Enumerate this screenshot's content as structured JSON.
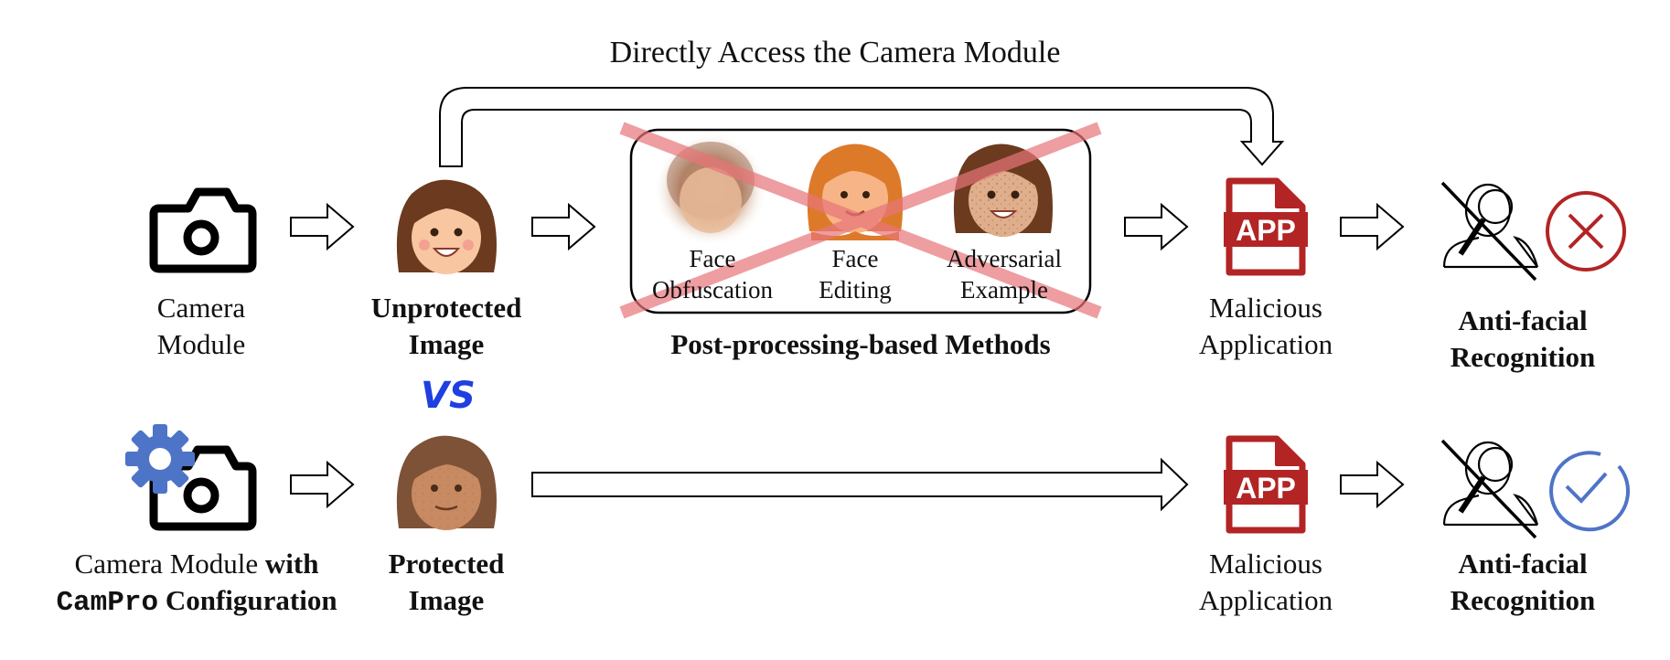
{
  "top_arrow_label": "Directly Access the Camera Module",
  "row1": {
    "camera_label": [
      "Camera",
      "Module"
    ],
    "image_label": [
      "Unprotected",
      "Image"
    ],
    "methods": [
      {
        "label": [
          "Face",
          "Obfuscation"
        ]
      },
      {
        "label": [
          "Face",
          "Editing"
        ]
      },
      {
        "label": [
          "Adversarial",
          "Example"
        ]
      }
    ],
    "methods_title": "Post-processing-based Methods",
    "app_icon_text": "APP",
    "app_label": [
      "Malicious",
      "Application"
    ],
    "result_label": [
      "Anti-facial",
      "Recognition"
    ],
    "result_icon": "x-circle-icon"
  },
  "vs_label": "VS",
  "row2": {
    "camera_label_line1_plain": "Camera Module ",
    "camera_label_line1_bold": "with",
    "camera_label_line2_mono": "CamPro",
    "camera_label_line2_bold": " Configuration",
    "image_label": [
      "Protected",
      "Image"
    ],
    "app_icon_text": "APP",
    "app_label": [
      "Malicious",
      "Application"
    ],
    "result_label": [
      "Anti-facial",
      "Recognition"
    ],
    "result_icon": "check-circle-icon"
  },
  "colors": {
    "app_red": "#b32424",
    "fail_red": "#b32424",
    "success_blue": "#4e74c7",
    "gear_blue": "#4e74c7",
    "cross_red": "#e8757a",
    "vs_blue": "#1f3fe0"
  }
}
